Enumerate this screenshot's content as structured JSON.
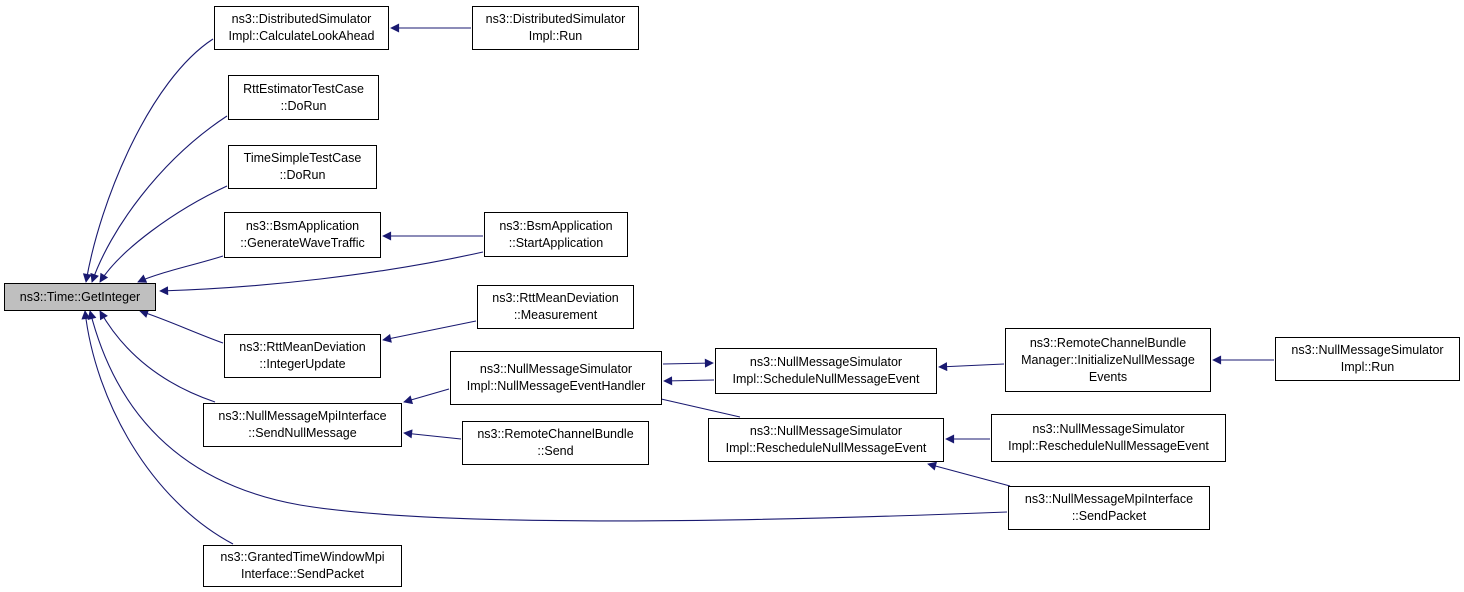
{
  "diagram": {
    "style": {
      "edge_color": "#191970",
      "root_fill": "#bfbfbf",
      "node_fill": "#ffffff"
    },
    "nodes": [
      {
        "id": "root",
        "lines": [
          "ns3::Time::GetInteger"
        ],
        "root": true
      },
      {
        "id": "dsi_calc",
        "lines": [
          "ns3::DistributedSimulator",
          "Impl::CalculateLookAhead"
        ]
      },
      {
        "id": "dsi_run",
        "lines": [
          "ns3::DistributedSimulator",
          "Impl::Run"
        ]
      },
      {
        "id": "rtt_est",
        "lines": [
          "RttEstimatorTestCase",
          "::DoRun"
        ]
      },
      {
        "id": "time_simple",
        "lines": [
          "TimeSimpleTestCase",
          "::DoRun"
        ]
      },
      {
        "id": "bsm_gen",
        "lines": [
          "ns3::BsmApplication",
          "::GenerateWaveTraffic"
        ]
      },
      {
        "id": "bsm_start",
        "lines": [
          "ns3::BsmApplication",
          "::StartApplication"
        ]
      },
      {
        "id": "rtt_int",
        "lines": [
          "ns3::RttMeanDeviation",
          "::IntegerUpdate"
        ]
      },
      {
        "id": "rtt_meas",
        "lines": [
          "ns3::RttMeanDeviation",
          "::Measurement"
        ]
      },
      {
        "id": "nmmpi_send",
        "lines": [
          "ns3::NullMessageMpiInterface",
          "::SendNullMessage"
        ]
      },
      {
        "id": "nms_handler",
        "lines": [
          "ns3::NullMessageSimulator",
          "Impl::NullMessageEventHandler"
        ]
      },
      {
        "id": "nms_sched",
        "lines": [
          "ns3::NullMessageSimulator",
          "Impl::ScheduleNullMessageEvent"
        ]
      },
      {
        "id": "rcbm_init",
        "lines": [
          "ns3::RemoteChannelBundle",
          "Manager::InitializeNullMessage",
          "Events"
        ]
      },
      {
        "id": "nms_run",
        "lines": [
          "ns3::NullMessageSimulator",
          "Impl::Run"
        ]
      },
      {
        "id": "rcb_send",
        "lines": [
          "ns3::RemoteChannelBundle",
          "::Send"
        ]
      },
      {
        "id": "nms_resched1",
        "lines": [
          "ns3::NullMessageSimulator",
          "Impl::RescheduleNullMessageEvent"
        ]
      },
      {
        "id": "nms_resched2",
        "lines": [
          "ns3::NullMessageSimulator",
          "Impl::RescheduleNullMessageEvent"
        ]
      },
      {
        "id": "nmmpi_packet",
        "lines": [
          "ns3::NullMessageMpiInterface",
          "::SendPacket"
        ]
      },
      {
        "id": "gtw_packet",
        "lines": [
          "ns3::GrantedTimeWindowMpi",
          "Interface::SendPacket"
        ]
      }
    ],
    "edges": [
      {
        "from": "dsi_calc",
        "to": "root"
      },
      {
        "from": "rtt_est",
        "to": "root"
      },
      {
        "from": "time_simple",
        "to": "root"
      },
      {
        "from": "bsm_gen",
        "to": "root"
      },
      {
        "from": "bsm_start",
        "to": "root"
      },
      {
        "from": "rtt_int",
        "to": "root"
      },
      {
        "from": "nmmpi_send",
        "to": "root"
      },
      {
        "from": "nmmpi_packet",
        "to": "root"
      },
      {
        "from": "gtw_packet",
        "to": "root"
      },
      {
        "from": "dsi_run",
        "to": "dsi_calc"
      },
      {
        "from": "bsm_start",
        "to": "bsm_gen"
      },
      {
        "from": "rtt_meas",
        "to": "rtt_int"
      },
      {
        "from": "nms_handler",
        "to": "nmmpi_send"
      },
      {
        "from": "rcb_send",
        "to": "nmmpi_send"
      },
      {
        "from": "nms_sched",
        "to": "nms_handler"
      },
      {
        "from": "nms_handler",
        "to": "nms_sched"
      },
      {
        "from": "nms_resched1",
        "to": "nms_handler"
      },
      {
        "from": "rcbm_init",
        "to": "nms_sched"
      },
      {
        "from": "nms_run",
        "to": "rcbm_init"
      },
      {
        "from": "nms_resched2",
        "to": "nms_resched1"
      },
      {
        "from": "nmmpi_packet",
        "to": "nms_resched1"
      }
    ]
  }
}
